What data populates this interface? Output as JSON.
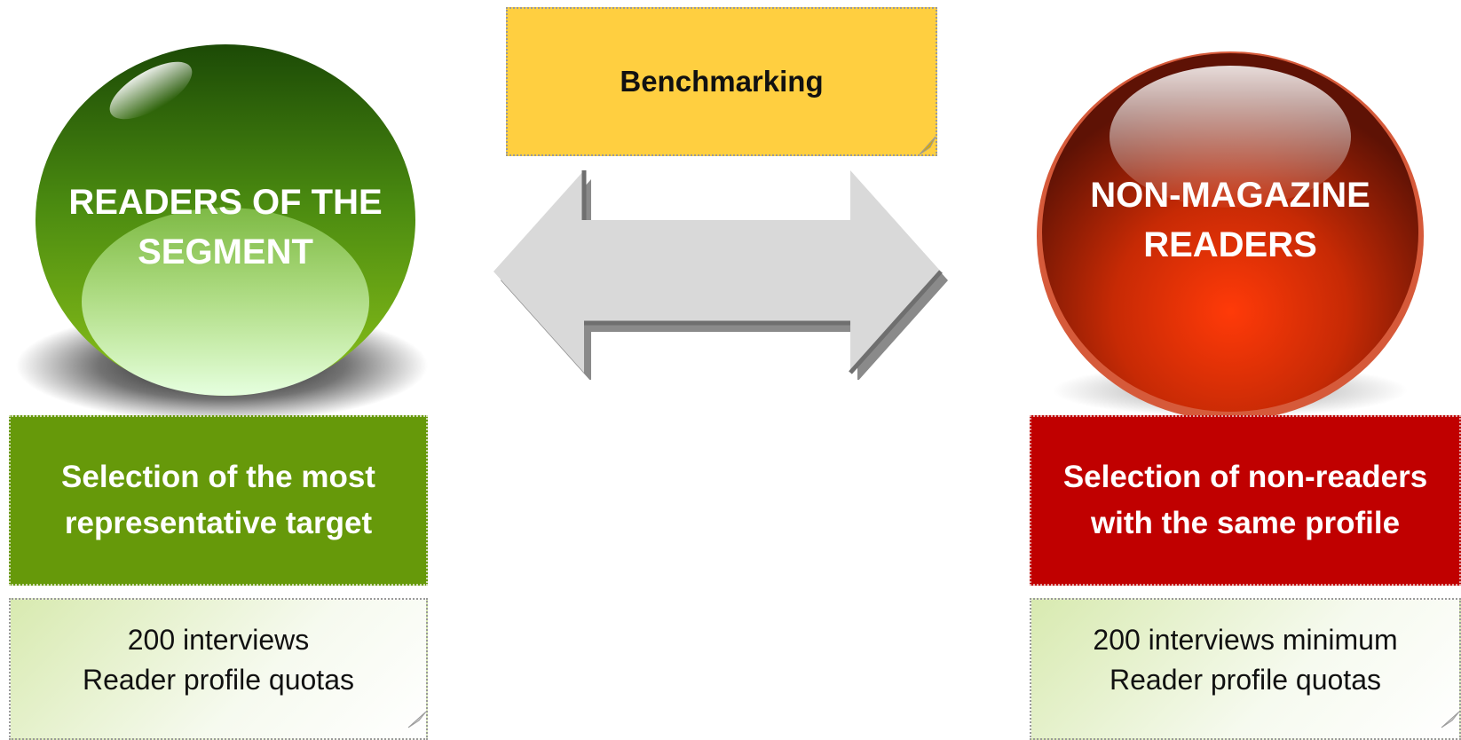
{
  "benchmark": {
    "label": "Benchmarking"
  },
  "left": {
    "sphere_label": "READERS OF THE\nSEGMENT",
    "selection": "Selection of the most\nrepresentative target",
    "note": "200 interviews\nReader profile quotas"
  },
  "right": {
    "sphere_label": "NON-MAGAZINE\nREADERS",
    "selection": "Selection of non-readers\nwith the same profile",
    "note": "200 interviews minimum\nReader profile quotas"
  },
  "colors": {
    "benchmark_fill": "#ffcf40",
    "green_box": "#66990a",
    "red_box": "#c00000",
    "note_fill_start": "#d8eab0",
    "arrow_fill": "#d9d9d9",
    "arrow_shadow": "#8a8a8a"
  },
  "icons": {
    "connector": "double-headed-arrow-icon"
  }
}
